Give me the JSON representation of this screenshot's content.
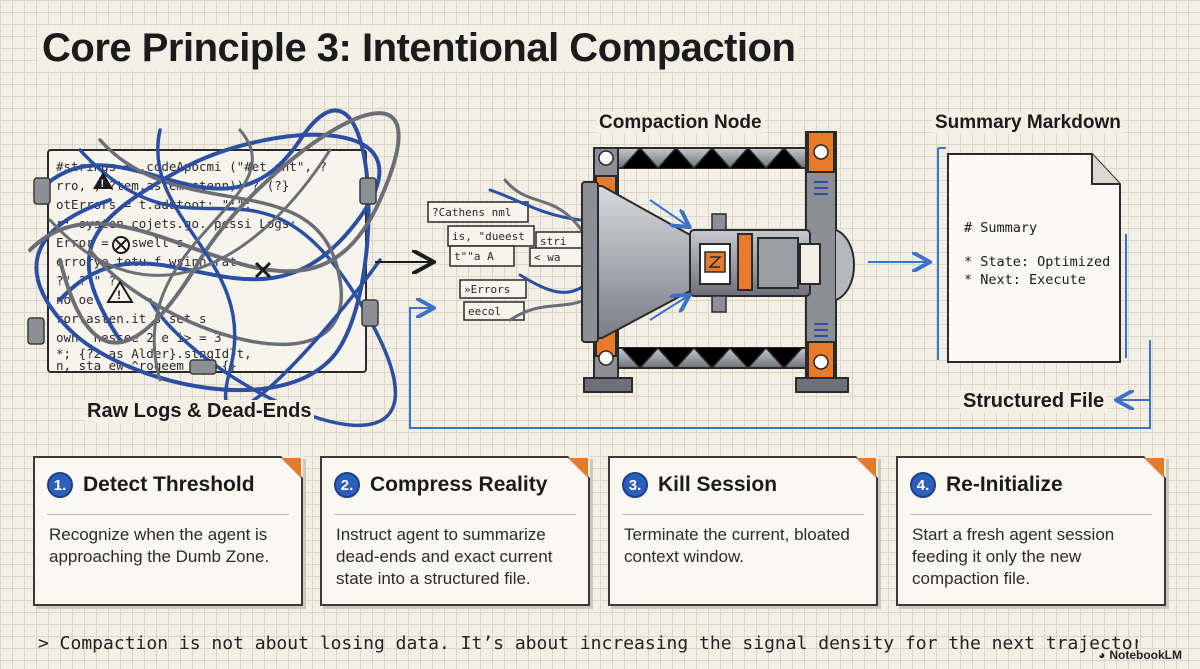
{
  "title": "Core Principle 3: Intentional Compaction",
  "labels": {
    "raw_logs": "Raw Logs & Dead-Ends",
    "compaction_node": "Compaction Node",
    "summary_markdown": "Summary Markdown",
    "structured_file": "Structured File"
  },
  "log_lines": [
    "#strings = .codeApocmi (\"#et ent\", ?",
    "rro,  ,  ?tem.astem.stenn)) ? (?}",
    "otErrors = t.adutoot: \":\";",
    "r: systen.cojets.go. pessi  Logs:",
    "Error = .  swell  s",
    "errorye  tetu  f  wsinn  rat",
    "?\" ?  \"  ?",
    "          no  oe",
    "ror.asten.it  s  set  s",
    "own. nessee  2  e i>  = 3",
    "*; {?2  as  Alder}.stngId}t,",
    "n, sta  ew ^rogeem | t {}"
  ],
  "scrap_lines": [
    "?Cathens nml",
    "is, \"dueest",
    "t\"\"a A",
    "stri",
    "< wa",
    "»Errors",
    "eecol"
  ],
  "summary_file": {
    "heading": "# Summary",
    "line1": "* State: Optimized",
    "line2": "* Next: Execute"
  },
  "cards": [
    {
      "num": "1.",
      "title": "Detect Threshold",
      "body": "Recognize when the agent is approaching the Dumb Zone."
    },
    {
      "num": "2.",
      "title": "Compress Reality",
      "body": "Instruct agent to summarize dead-ends and exact current state into a structured file."
    },
    {
      "num": "3.",
      "title": "Kill Session",
      "body": "Terminate the current, bloated context window."
    },
    {
      "num": "4.",
      "title": "Re-Initialize",
      "body": "Start a fresh agent session feeding it only the new compaction file."
    }
  ],
  "footer": "> Compaction is not about losing data. It’s about increasing the signal density for the next trajectory.",
  "brand": "NotebookLM",
  "icons": {
    "warning": "warning-icon",
    "error": "x-icon",
    "brand": "notebooklm-icon"
  },
  "colors": {
    "accent_orange": "#e87a2a",
    "accent_blue": "#2d5fbd",
    "wire_blue": "#2c4fa3",
    "metal": "#8c8f96"
  }
}
